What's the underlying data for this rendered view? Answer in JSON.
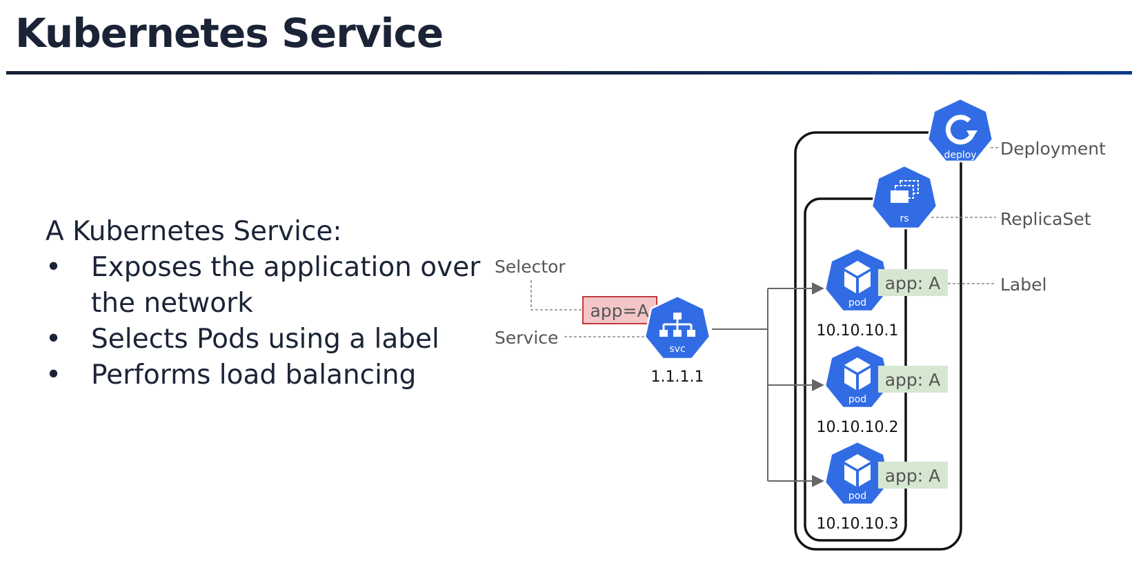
{
  "slide": {
    "title": "Kubernetes Service",
    "intro": "A Kubernetes Service:",
    "bullet_glyph": "•",
    "bullets": [
      "Exposes the application over the network",
      "Selects Pods using a label",
      "Performs load balancing"
    ]
  },
  "diagram": {
    "colors": {
      "k8s_blue": "#326ce5",
      "selector_fill": "#f4c6c8",
      "selector_stroke": "#c0393b",
      "label_fill": "#d6e7d1",
      "callout_text": "#555555",
      "line": "#666666"
    },
    "callouts": {
      "selector": "Selector",
      "service": "Service",
      "deployment": "Deployment",
      "replicaset": "ReplicaSet",
      "label": "Label"
    },
    "service": {
      "icon": "svc-icon",
      "icon_label": "svc",
      "ip": "1.1.1.1",
      "selector": "app=A"
    },
    "deployment": {
      "icon": "deploy-icon",
      "icon_label": "deploy"
    },
    "replicaset": {
      "icon": "rs-icon",
      "icon_label": "rs"
    },
    "pods": [
      {
        "icon": "pod-icon",
        "icon_label": "pod",
        "label": "app: A",
        "ip": "10.10.10.1"
      },
      {
        "icon": "pod-icon",
        "icon_label": "pod",
        "label": "app: A",
        "ip": "10.10.10.2"
      },
      {
        "icon": "pod-icon",
        "icon_label": "pod",
        "label": "app: A",
        "ip": "10.10.10.3"
      }
    ]
  }
}
